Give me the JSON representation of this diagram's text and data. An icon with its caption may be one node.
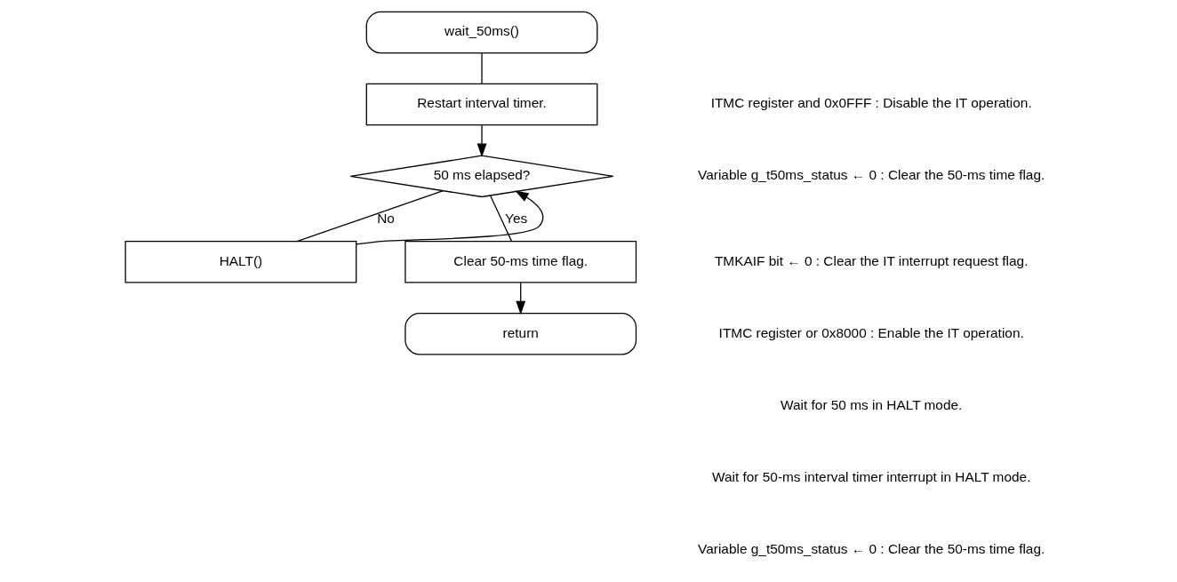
{
  "diagram": {
    "nodes": [
      {
        "text": [
          "wait_50ms()"
        ]
      },
      {
        "text": [
          "Restart interval timer."
        ]
      },
      {
        "text": [
          "50 ms elapsed?"
        ]
      },
      {
        "text": [
          "HALT()"
        ]
      },
      {
        "text": [
          "Clear 50-ms time flag."
        ]
      },
      {
        "text": [
          "return"
        ]
      }
    ],
    "edges": [
      {
        "from": 0,
        "to": 1,
        "arrow": "none"
      },
      {
        "from": 1,
        "to": 2,
        "arrow": "to"
      },
      {
        "from": 2,
        "to": 3,
        "label": "No",
        "arrow": "none"
      },
      {
        "from": 3,
        "to": 2,
        "arrow": "to"
      },
      {
        "from": 2,
        "to": 4,
        "label": "Yes",
        "arrow": "none"
      },
      {
        "from": 4,
        "to": 5,
        "arrow": "to"
      }
    ],
    "labels": [
      "ITMC register and 0x0FFF : Disable the IT operation.",
      "Variable g_t50ms_status ← 0 : Clear the 50-ms time flag.",
      "TMKAIF bit ← 0 : Clear the IT interrupt request flag.",
      "ITMC register or 0x8000 : Enable the IT operation.",
      "Wait for 50 ms in HALT mode.",
      "Wait for 50-ms interval timer interrupt in HALT mode.",
      "Variable g_t50ms_status ← 0 : Clear the 50-ms time flag."
    ]
  }
}
